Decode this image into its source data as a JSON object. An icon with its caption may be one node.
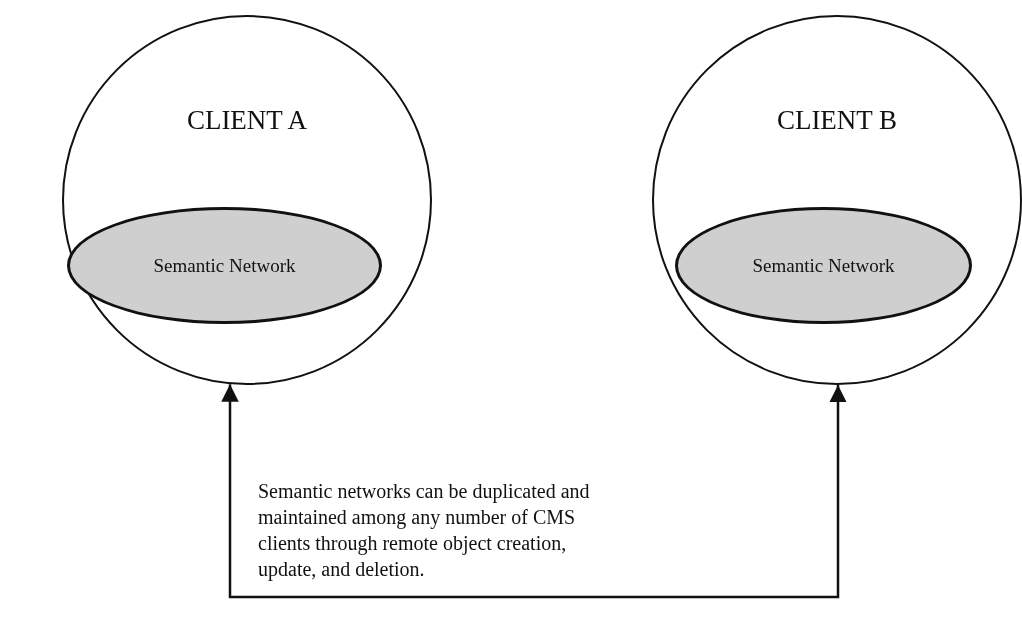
{
  "diagram": {
    "nodes": [
      {
        "text": [
          "CLIENT A"
        ]
      },
      {
        "text": [
          "Semantic Network"
        ],
        "in": 0
      },
      {
        "text": [
          "CLIENT B"
        ]
      },
      {
        "text": [
          "Semantic Network"
        ],
        "in": 2
      }
    ],
    "edges": [
      {
        "from": 0,
        "to": 2,
        "arrow": "both"
      }
    ],
    "labels": [
      "Semantic networks can be duplicated and maintained among any number of CMS clients through remote object creation, update, and deletion."
    ]
  }
}
